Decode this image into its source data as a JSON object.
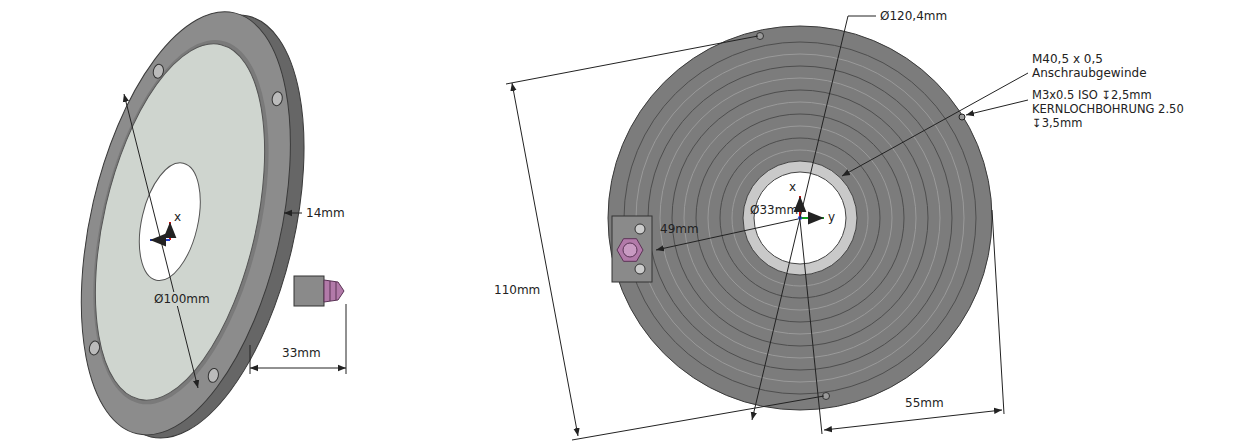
{
  "diagram": {
    "labels": [
      "14mm",
      "Ø100mm",
      "33mm",
      "x",
      "Ø120,4mm",
      "M40,5 x 0,5 Anschraubgewinde",
      "M3x0.5 ISO ↧2,5mm KERNLOCHBOHRUNG 2.50 ↧3,5mm",
      "Ø33mm",
      "x",
      "y",
      "49mm",
      "110mm",
      "55mm"
    ]
  }
}
